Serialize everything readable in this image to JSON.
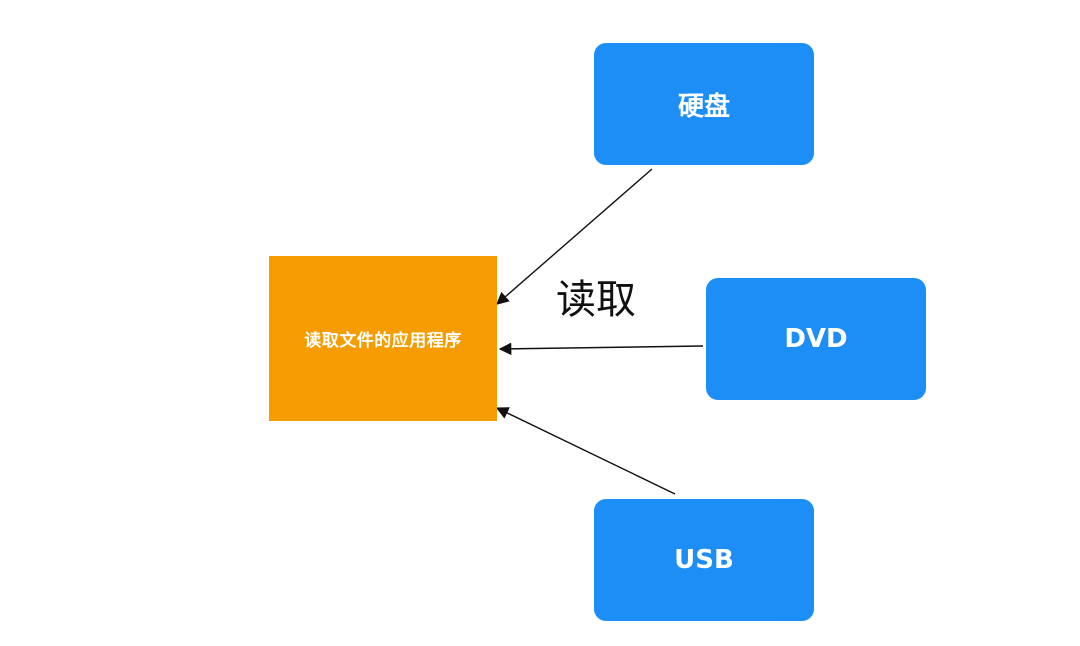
{
  "colors": {
    "app_node": "#f59d00",
    "device_node": "#1d8ef5",
    "arrow": "#111111"
  },
  "nodes": {
    "app": {
      "label": "读取文件的应用程序"
    },
    "hdd": {
      "label": "硬盘"
    },
    "dvd": {
      "label": "DVD"
    },
    "usb": {
      "label": "USB"
    }
  },
  "edge_label": "读取"
}
